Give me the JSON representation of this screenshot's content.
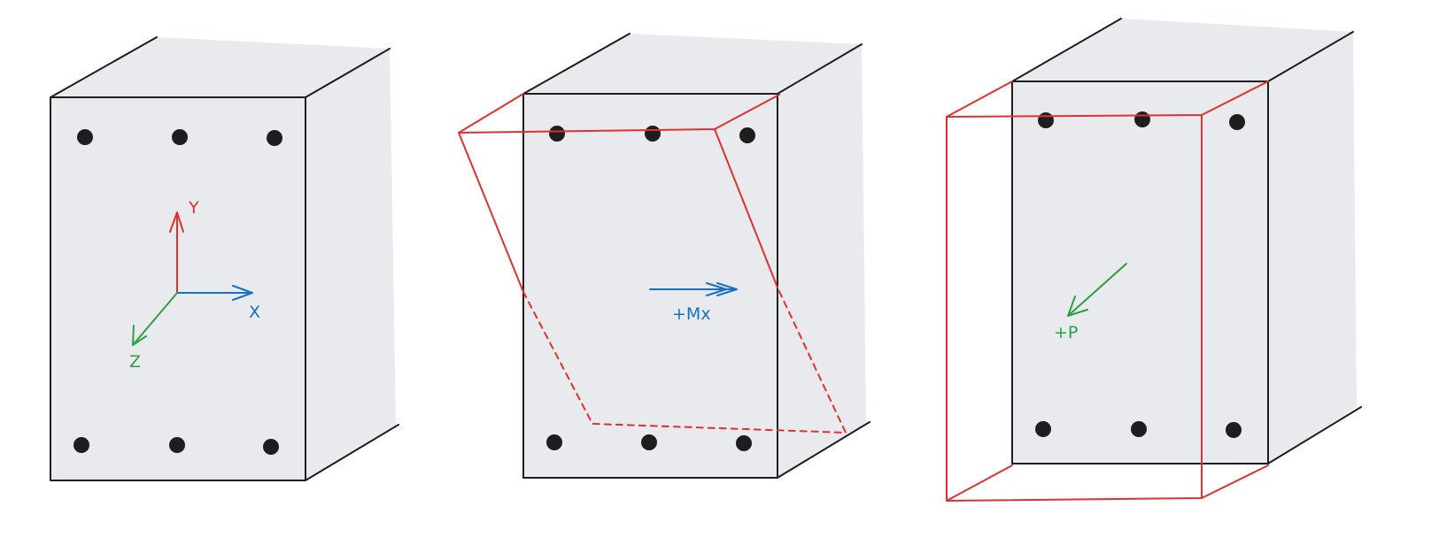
{
  "colors": {
    "face": "#e8eaed",
    "outline": "#1e1e1e",
    "deformed": "#e03131",
    "y_axis": "#e03131",
    "x_axis": "#1971c2",
    "z_axis": "#2f9e44",
    "moment": "#1971c2",
    "axial": "#2f9e44",
    "rebar": "#1e1e1e"
  },
  "figures": [
    {
      "name": "axes",
      "labels": {
        "y": "Y",
        "x": "X",
        "z": "Z"
      }
    },
    {
      "name": "moment",
      "label": "+Mx"
    },
    {
      "name": "axial",
      "label": "+P"
    }
  ]
}
